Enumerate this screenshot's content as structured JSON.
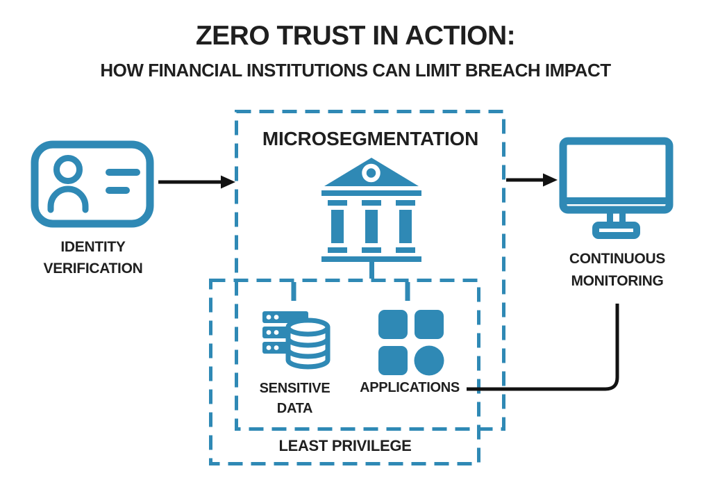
{
  "title": "ZERO TRUST IN ACTION:",
  "subtitle": "HOW FINANCIAL INSTITUTIONS CAN LIMIT BREACH IMPACT",
  "colors": {
    "accent": "#2F89B5",
    "text": "#1F1F1F",
    "connector": "#121212",
    "background": "#FFFFFF"
  },
  "diagram": {
    "identity": {
      "line1": "IDENTITY",
      "line2": "VERIFICATION",
      "icon": "id-card-icon"
    },
    "microsegmentation": {
      "label": "MICROSEGMENTATION",
      "icon": "bank-icon"
    },
    "sensitive_data": {
      "line1": "SENSITIVE",
      "line2": "DATA",
      "icon": "database-server-icon"
    },
    "applications": {
      "label": "APPLICATIONS",
      "icon": "app-grid-icon"
    },
    "least_privilege": {
      "label": "LEAST PRIVILEGE"
    },
    "continuous_monitoring": {
      "line1": "CONTINUOUS",
      "line2": "MONITORING",
      "icon": "monitor-icon"
    },
    "flow": [
      "identity-verification to microsegmentation",
      "microsegmentation to continuous-monitoring",
      "continuous-monitoring to applications"
    ]
  }
}
